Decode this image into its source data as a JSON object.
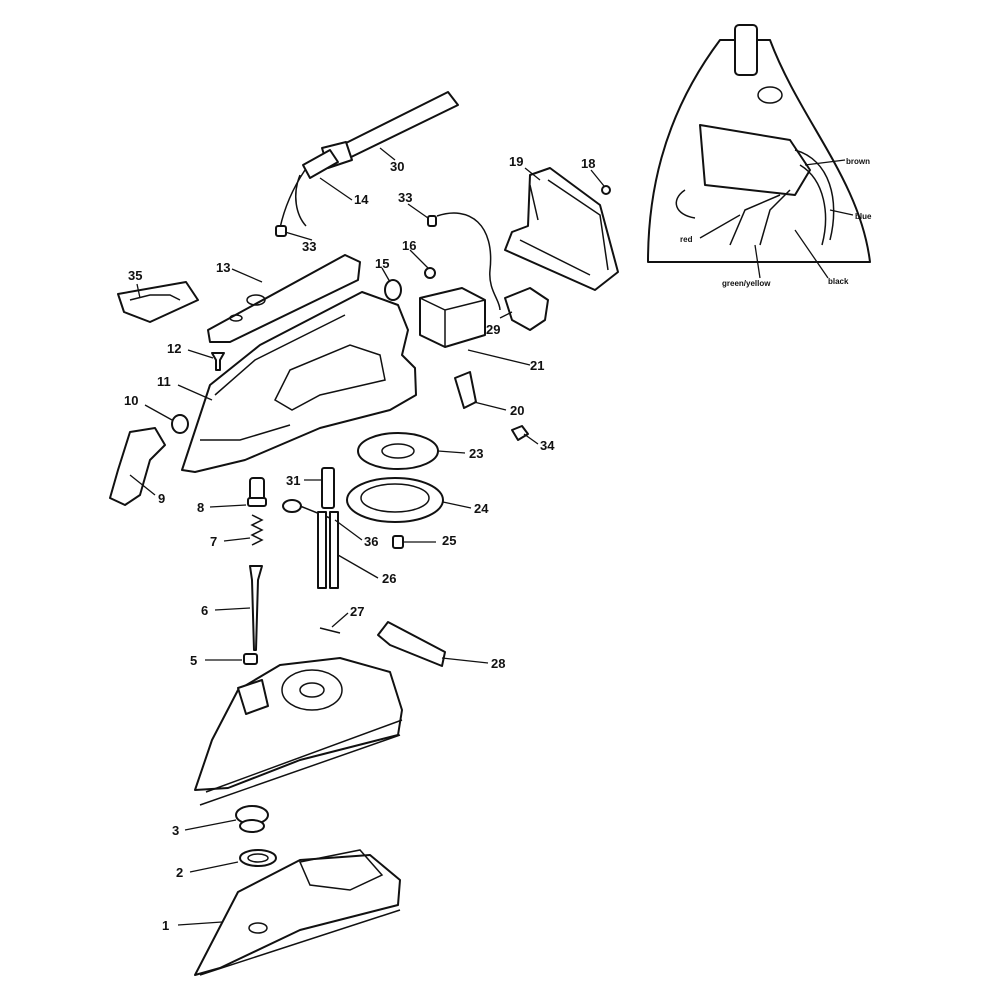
{
  "diagram": {
    "callouts": [
      {
        "id": "1",
        "text": "1"
      },
      {
        "id": "2",
        "text": "2"
      },
      {
        "id": "3",
        "text": "3"
      },
      {
        "id": "5",
        "text": "5"
      },
      {
        "id": "6",
        "text": "6"
      },
      {
        "id": "7",
        "text": "7"
      },
      {
        "id": "8",
        "text": "8"
      },
      {
        "id": "9",
        "text": "9"
      },
      {
        "id": "10",
        "text": "10"
      },
      {
        "id": "11",
        "text": "11"
      },
      {
        "id": "12",
        "text": "12"
      },
      {
        "id": "13",
        "text": "13"
      },
      {
        "id": "14",
        "text": "14"
      },
      {
        "id": "15",
        "text": "15"
      },
      {
        "id": "16",
        "text": "16"
      },
      {
        "id": "18",
        "text": "18"
      },
      {
        "id": "19",
        "text": "19"
      },
      {
        "id": "20",
        "text": "20"
      },
      {
        "id": "21",
        "text": "21"
      },
      {
        "id": "23",
        "text": "23"
      },
      {
        "id": "24",
        "text": "24"
      },
      {
        "id": "25",
        "text": "25"
      },
      {
        "id": "26",
        "text": "26"
      },
      {
        "id": "27",
        "text": "27"
      },
      {
        "id": "28",
        "text": "28"
      },
      {
        "id": "29",
        "text": "29"
      },
      {
        "id": "30",
        "text": "30"
      },
      {
        "id": "31",
        "text": "31"
      },
      {
        "id": "33a",
        "text": "33"
      },
      {
        "id": "33b",
        "text": "33"
      },
      {
        "id": "34",
        "text": "34"
      },
      {
        "id": "35",
        "text": "35"
      },
      {
        "id": "36",
        "text": "36"
      }
    ],
    "wiring_labels": {
      "brown": "brown",
      "blue": "blue",
      "red": "red",
      "black": "black",
      "green_yellow": "green/yellow"
    }
  }
}
